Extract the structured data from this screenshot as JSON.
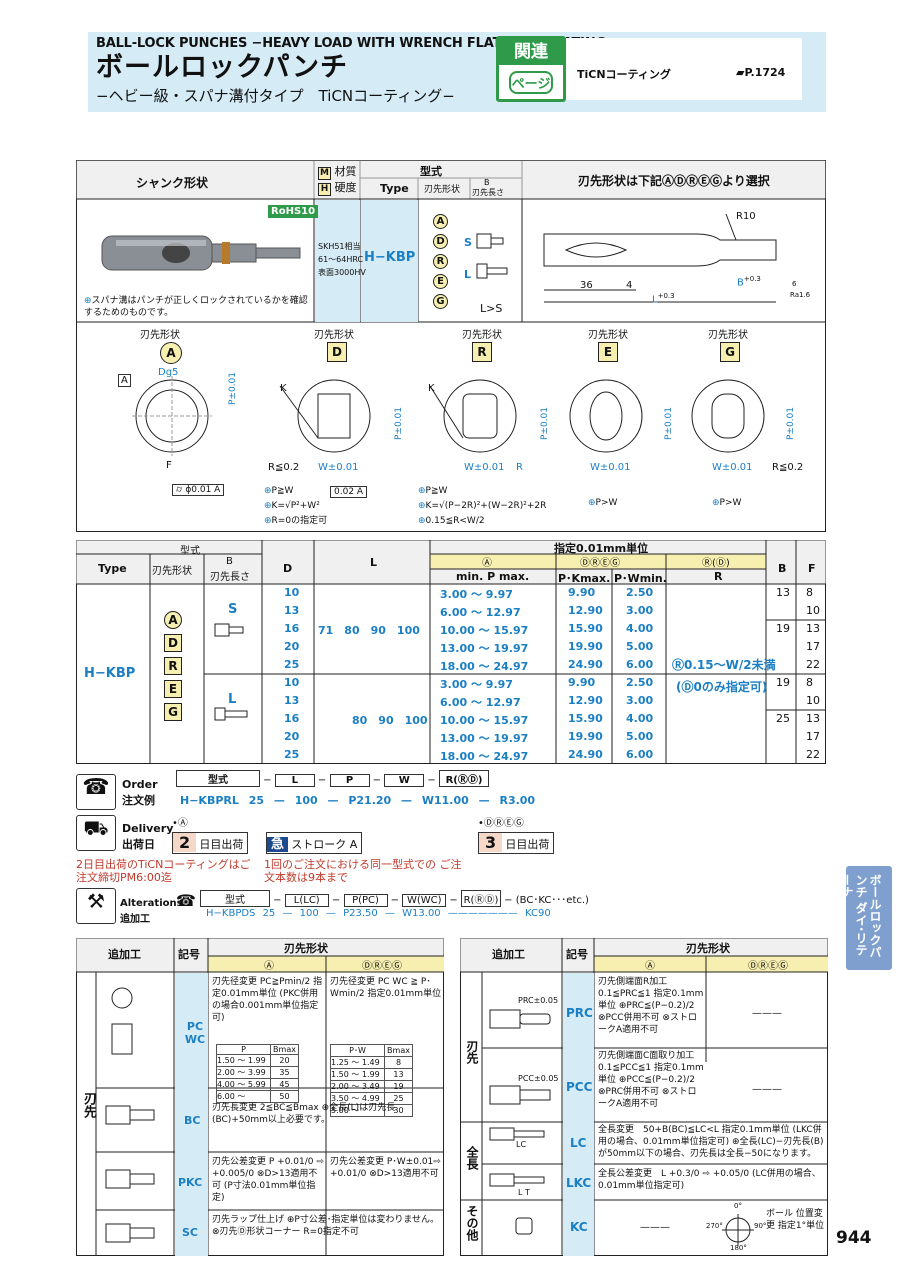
{
  "header": {
    "title_en": "BALL-LOCK PUNCHES −HEAVY LOAD WITH WRENCH FLAT TiCN COATING−",
    "title_jp": "ボールロックパンチ",
    "subtitle": "−ヘビー級・スパナ溝付タイプ　TiCNコーティング−",
    "kanren_1": "関連",
    "kanren_2": "ページ",
    "related_item": "TiCNコーティング",
    "related_page": "P.1724"
  },
  "top_table": {
    "h_shank": "シャンク形状",
    "h_material_1": "材質",
    "h_material_2": "硬度",
    "h_material_m": "M",
    "h_material_h": "H",
    "h_katashiki": "型式",
    "h_type": "Type",
    "h_tip": "刃先形状",
    "h_b": "B",
    "h_b2": "刃先長さ",
    "h_select": "刃先形状は下記ⒶⒹⓇⒺⒼより選択",
    "rohs": "RoHS10",
    "material": [
      "SKH51相当",
      "61～64HRC",
      "表面3000HV"
    ],
    "type": "H−KBP",
    "tips": [
      "A",
      "D",
      "R",
      "E",
      "G"
    ],
    "s_label": "S",
    "l_label": "L",
    "ls": "L>S",
    "note": "スパナ溝はパンチが正しくロックされているかを確認するためのものです。",
    "dim_r10": "R10",
    "dim_36": "36",
    "dim_4": "4",
    "dim_b": "B",
    "dim_b_tol": "+0.3",
    "dim_l": "L",
    "dim_l_tol": "+0.3",
    "dim_6": "6",
    "dim_ra": "Ra1.6"
  },
  "shapes": {
    "label": "刃先形状",
    "items": [
      {
        "id": "A",
        "notes": [
          "⌭ ϕ0.01 A"
        ]
      },
      {
        "id": "D",
        "notes": [
          "P≧W",
          "K=√P²+W²",
          "R=0の指定可"
        ],
        "box": "0.02 A"
      },
      {
        "id": "R",
        "notes": [
          "P≧W",
          "K=√(P−2R)²+(W−2R)²+2R",
          "0.15≦R<W/2"
        ]
      },
      {
        "id": "E",
        "notes": [
          "P>W"
        ]
      },
      {
        "id": "G",
        "notes": [
          "P>W"
        ]
      }
    ],
    "dp5": "Dg5",
    "p_tol": "P±0.01",
    "w_tol": "W±0.01",
    "f": "F",
    "r02": "R≦0.2",
    "k": "K",
    "r": "R",
    "a": "A"
  },
  "spec": {
    "h_katashiki": "型式",
    "h_type": "Type",
    "h_tip": "刃先形状",
    "h_b": "B",
    "h_b2": "刃先長さ",
    "h_d": "D",
    "h_l": "L",
    "h_unit": "指定0.01mm単位",
    "h_a": "Ⓐ",
    "h_dreg": "ⒹⓇⒺⒼ",
    "h_rd": "Ⓡ(Ⓓ)",
    "h_minmax": "min. P max.",
    "h_pk": "P･Kmax.",
    "h_pw": "P･Wmin.",
    "h_r": "R",
    "h_bb": "B",
    "h_f": "F",
    "type": "H−KBP",
    "r_note1": "Ⓡ0.15～W/2未満",
    "r_note2": "(Ⓓ0のみ指定可)",
    "s_rows": [
      [
        "10",
        "",
        "3.00 ～  9.97",
        "9.90",
        "2.50"
      ],
      [
        "13",
        "",
        "6.00 ～ 12.97",
        "12.90",
        "3.00"
      ],
      [
        "16",
        "71　80　90　100",
        "10.00 ～ 15.97",
        "15.90",
        "4.00"
      ],
      [
        "20",
        "",
        "13.00 ～ 19.97",
        "19.90",
        "5.00"
      ],
      [
        "25",
        "",
        "18.00 ～ 24.97",
        "24.90",
        "6.00"
      ]
    ],
    "l_rows": [
      [
        "10",
        "",
        "3.00 ～  9.97",
        "9.90",
        "2.50"
      ],
      [
        "13",
        "",
        "6.00 ～ 12.97",
        "12.90",
        "3.00"
      ],
      [
        "16",
        "80　90　100",
        "10.00 ～ 15.97",
        "15.90",
        "4.00"
      ],
      [
        "20",
        "",
        "13.00 ～ 19.97",
        "19.90",
        "5.00"
      ],
      [
        "25",
        "",
        "18.00 ～ 24.97",
        "24.90",
        "6.00"
      ]
    ],
    "bf": [
      [
        "13",
        "8"
      ],
      [
        "",
        "10"
      ],
      [
        "19",
        "13"
      ],
      [
        "",
        "17"
      ],
      [
        "",
        "22"
      ],
      [
        "19",
        "8"
      ],
      [
        "",
        "10"
      ],
      [
        "25",
        "13"
      ],
      [
        "",
        "17"
      ],
      [
        "",
        "22"
      ]
    ]
  },
  "order": {
    "label_en": "Order",
    "label_jp": "注文例",
    "headers": [
      "型式",
      "L",
      "P",
      "W",
      "R(ⓇⒹ)"
    ],
    "example": [
      "H−KBPRL 25",
      "100",
      "P21.20",
      "W11.00",
      "R3.00"
    ],
    "delivery_en": "Delivery",
    "delivery_jp": "出荷日",
    "a_mark": "•Ⓐ",
    "dreg_mark": "•ⒹⓇⒺⒼ",
    "d2": "2",
    "d2_label": "日目出荷",
    "stroke": "ストローク A",
    "d3": "3",
    "d3_label": "日目出荷",
    "note1": "2日目出荷のTiCNコーティングはご注文締切PM6:00迄",
    "note2": "1回のご注文における同一型式での ご注文本数は9本まで",
    "alt_en": "Alterations",
    "alt_jp": "追加工",
    "alt_headers": [
      "型式",
      "L(LC)",
      "P(PC)",
      "W(WC)",
      "R(ⓇⒹ)",
      "(BC･KC･･･etc.)"
    ],
    "alt_example": [
      "H−KBPDS 25",
      "100",
      "P23.50",
      "W13.00",
      "KC90"
    ]
  },
  "alt_left": {
    "h_add": "追加工",
    "h_code": "記号",
    "h_tip": "刃先形状",
    "h_a": "Ⓐ",
    "h_dreg": "ⒹⓇⒺⒼ",
    "side": "刃先",
    "rows": [
      {
        "code": "PC WC",
        "a": "刃先径変更 PC≧Pmin/2 指定0.01mm単位 (PKC併用の場合0.001mm単位指定可)",
        "b": "刃先径変更 PC WC ≧ P･Wmin/2 指定0.01mm単位"
      },
      {
        "code": "BC",
        "a": "刃先長変更 2≦BC≦Bmax ⊕全長(L)は刃先長(BC)+50mm以上必要です。",
        "b": ""
      },
      {
        "code": "PKC",
        "a": "刃先公差変更 P +0.01/0 ⇨ +0.005/0 ⊗D>13適用不可 (P寸法0.01mm単位指定)",
        "b": "刃先公差変更 P･W±0.01⇨ +0.01/0 ⊗D>13適用不可"
      },
      {
        "code": "SC",
        "a": "刃先ラップ仕上げ ⊕P寸公差･指定単位は変わりません。 ⊗刃先Ⓓ形状コーナー R=0指定不可",
        "b": ""
      }
    ],
    "pbmax_h": [
      "P",
      "Bmax"
    ],
    "pbmax": [
      [
        "1.50 ～ 1.99",
        "20"
      ],
      [
        "2.00 ～ 3.99",
        "35"
      ],
      [
        "4.00 ～ 5.99",
        "45"
      ],
      [
        "6.00 ～",
        "50"
      ]
    ],
    "pwb_h": [
      "P･W",
      "Bmax"
    ],
    "pwb": [
      [
        "1.25 ～ 1.49",
        "8"
      ],
      [
        "1.50 ～ 1.99",
        "13"
      ],
      [
        "2.00 ～ 3.49",
        "19"
      ],
      [
        "3.50 ～ 4.99",
        "25"
      ],
      [
        "5.00 ～",
        "30"
      ]
    ]
  },
  "alt_right": {
    "h_add": "追加工",
    "h_code": "記号",
    "h_tip": "刃先形状",
    "h_a": "Ⓐ",
    "h_dreg": "ⒹⓇⒺⒼ",
    "rows": [
      {
        "side": "刃先",
        "code": "PRC",
        "text": "刃先側端面R加工 0.1≦PRC≦1 指定0.1mm単位 ⊕PRC≦(P−0.2)/2 ⊗PCC併用不可 ⊗ストロークA適用不可",
        "dreg": "———",
        "fig": "PRC±0.05"
      },
      {
        "side": "",
        "code": "PCC",
        "text": "刃先側端面C面取り加工 0.1≦PCC≦1 指定0.1mm単位 ⊕PCC≦(P−0.2)/2 ⊗PRC併用不可 ⊗ストロークA適用不可",
        "dreg": "———",
        "fig": "PCC±0.05"
      },
      {
        "side": "全長",
        "code": "LC",
        "text": "全長変更　50+B(BC)≦LC<L 指定0.1mm単位 (LKC併用の場合、0.01mm単位指定可) ⊕全長(LC)−刃先長(B)が50mm以下の場合、刃先長は全長−50になります。",
        "fig": "LC"
      },
      {
        "side": "",
        "code": "LKC",
        "text": "全長公差変更　L +0.3/0 ⇨ +0.05/0 (LC併用の場合、0.01mm単位指定可)",
        "fig": "L T"
      },
      {
        "side": "その他",
        "code": "KC",
        "text": "———",
        "extra": "ボール 位置変更 指定1°単位",
        "angles": [
          "0°",
          "90°",
          "180°",
          "270°"
        ]
      }
    ]
  },
  "side_tab": "ボールロックパンチ ダイ･リテーナ",
  "page_no": "944"
}
